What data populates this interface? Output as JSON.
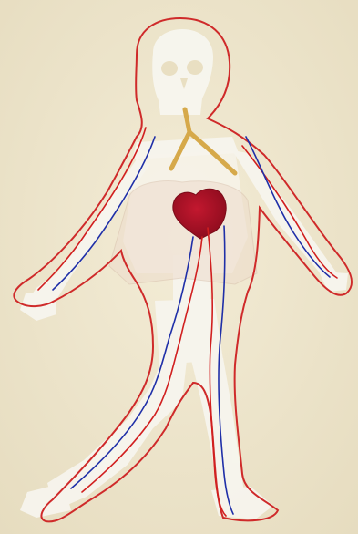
{
  "scene": {
    "subject": "child-art-human-body-outline",
    "colors": {
      "paper": "#efe7cf",
      "bone_paper": "#f7f5ee",
      "body_outline": "#cf2a2a",
      "artery": "#d11f1f",
      "vein": "#1f2fa8",
      "trachea": "#d9b04c",
      "heart": "#a31024",
      "lungs_plastic": "#e9d6c8"
    },
    "elements": [
      "body-outline",
      "skull-cutout",
      "ribcage-paper",
      "pelvis-paper",
      "arm-bones",
      "leg-bones",
      "trachea-yarn",
      "heart-felt",
      "artery-threads",
      "vein-threads",
      "lungs-plastic-bag"
    ]
  }
}
